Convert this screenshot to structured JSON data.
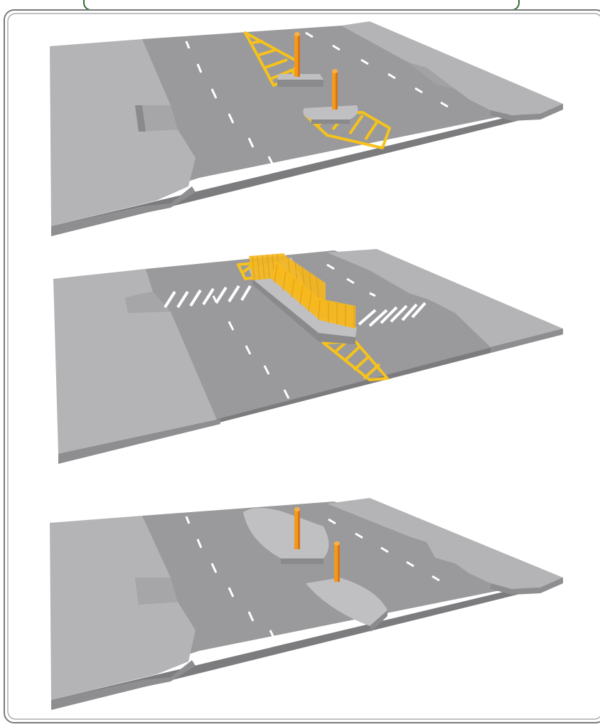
{
  "page": {
    "header_banner_text": ""
  },
  "colors": {
    "frame_border": "#7a7a7a",
    "banner_border": "#2f6b32",
    "road_surface": "#9a9a9c",
    "road_edge": "#7c7c7e",
    "footway_surface": "#b4b4b6",
    "footway_edge": "#8e8e90",
    "island_surface": "#c0c0c2",
    "island_edge": "#8a8a8c",
    "lane_marking": "#ffffff",
    "hatching": "#f6c21b",
    "bollard": "#f39a1e",
    "bollard_shade": "#d7751a",
    "guard_rail": "#f5b81d"
  },
  "panels": [
    {
      "id": "top",
      "layout": "refuge-islands-with-bollards",
      "markings": "yellow-hatching",
      "crossing": "none"
    },
    {
      "id": "middle",
      "layout": "staggered-island-with-guard-rails",
      "markings": "yellow-hatching-and-zebra",
      "crossing": "zebra"
    },
    {
      "id": "bottom",
      "layout": "refuge-islands-with-bollards",
      "markings": "none",
      "crossing": "none"
    }
  ]
}
